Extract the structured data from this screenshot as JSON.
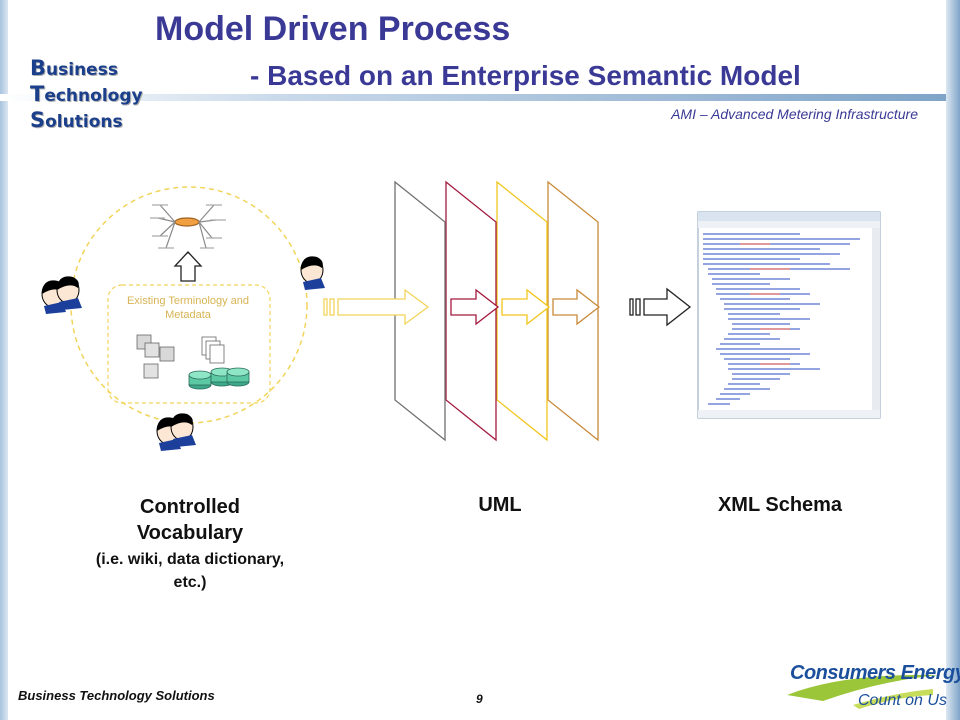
{
  "header": {
    "title": "Model Driven Process",
    "subtitle": "- Based on an Enterprise Semantic Model",
    "caption": "AMI – Advanced Metering Infrastructure"
  },
  "logo": {
    "line1_cap": "B",
    "line1_rest": "usiness",
    "line2_cap": "T",
    "line2_rest": "echnology",
    "line3_cap": "S",
    "line3_rest": "olutions"
  },
  "diagram": {
    "existing_label": "Existing Terminology and Metadata",
    "columns": {
      "cv_title": "Controlled Vocabulary",
      "cv_sub": "(i.e. wiki, data dictionary, etc.)",
      "uml": "UML",
      "xml": "XML Schema"
    },
    "colors": {
      "circle": "#f2d45a",
      "panel_gray": "#707070",
      "panel_maroon": "#a31a3f",
      "panel_yellow": "#f2c51b",
      "panel_orange": "#c98a3a"
    }
  },
  "footer": {
    "left": "Business Technology Solutions",
    "page": "9",
    "brand": "Consumers Energy",
    "tagline": "Count on Us"
  }
}
